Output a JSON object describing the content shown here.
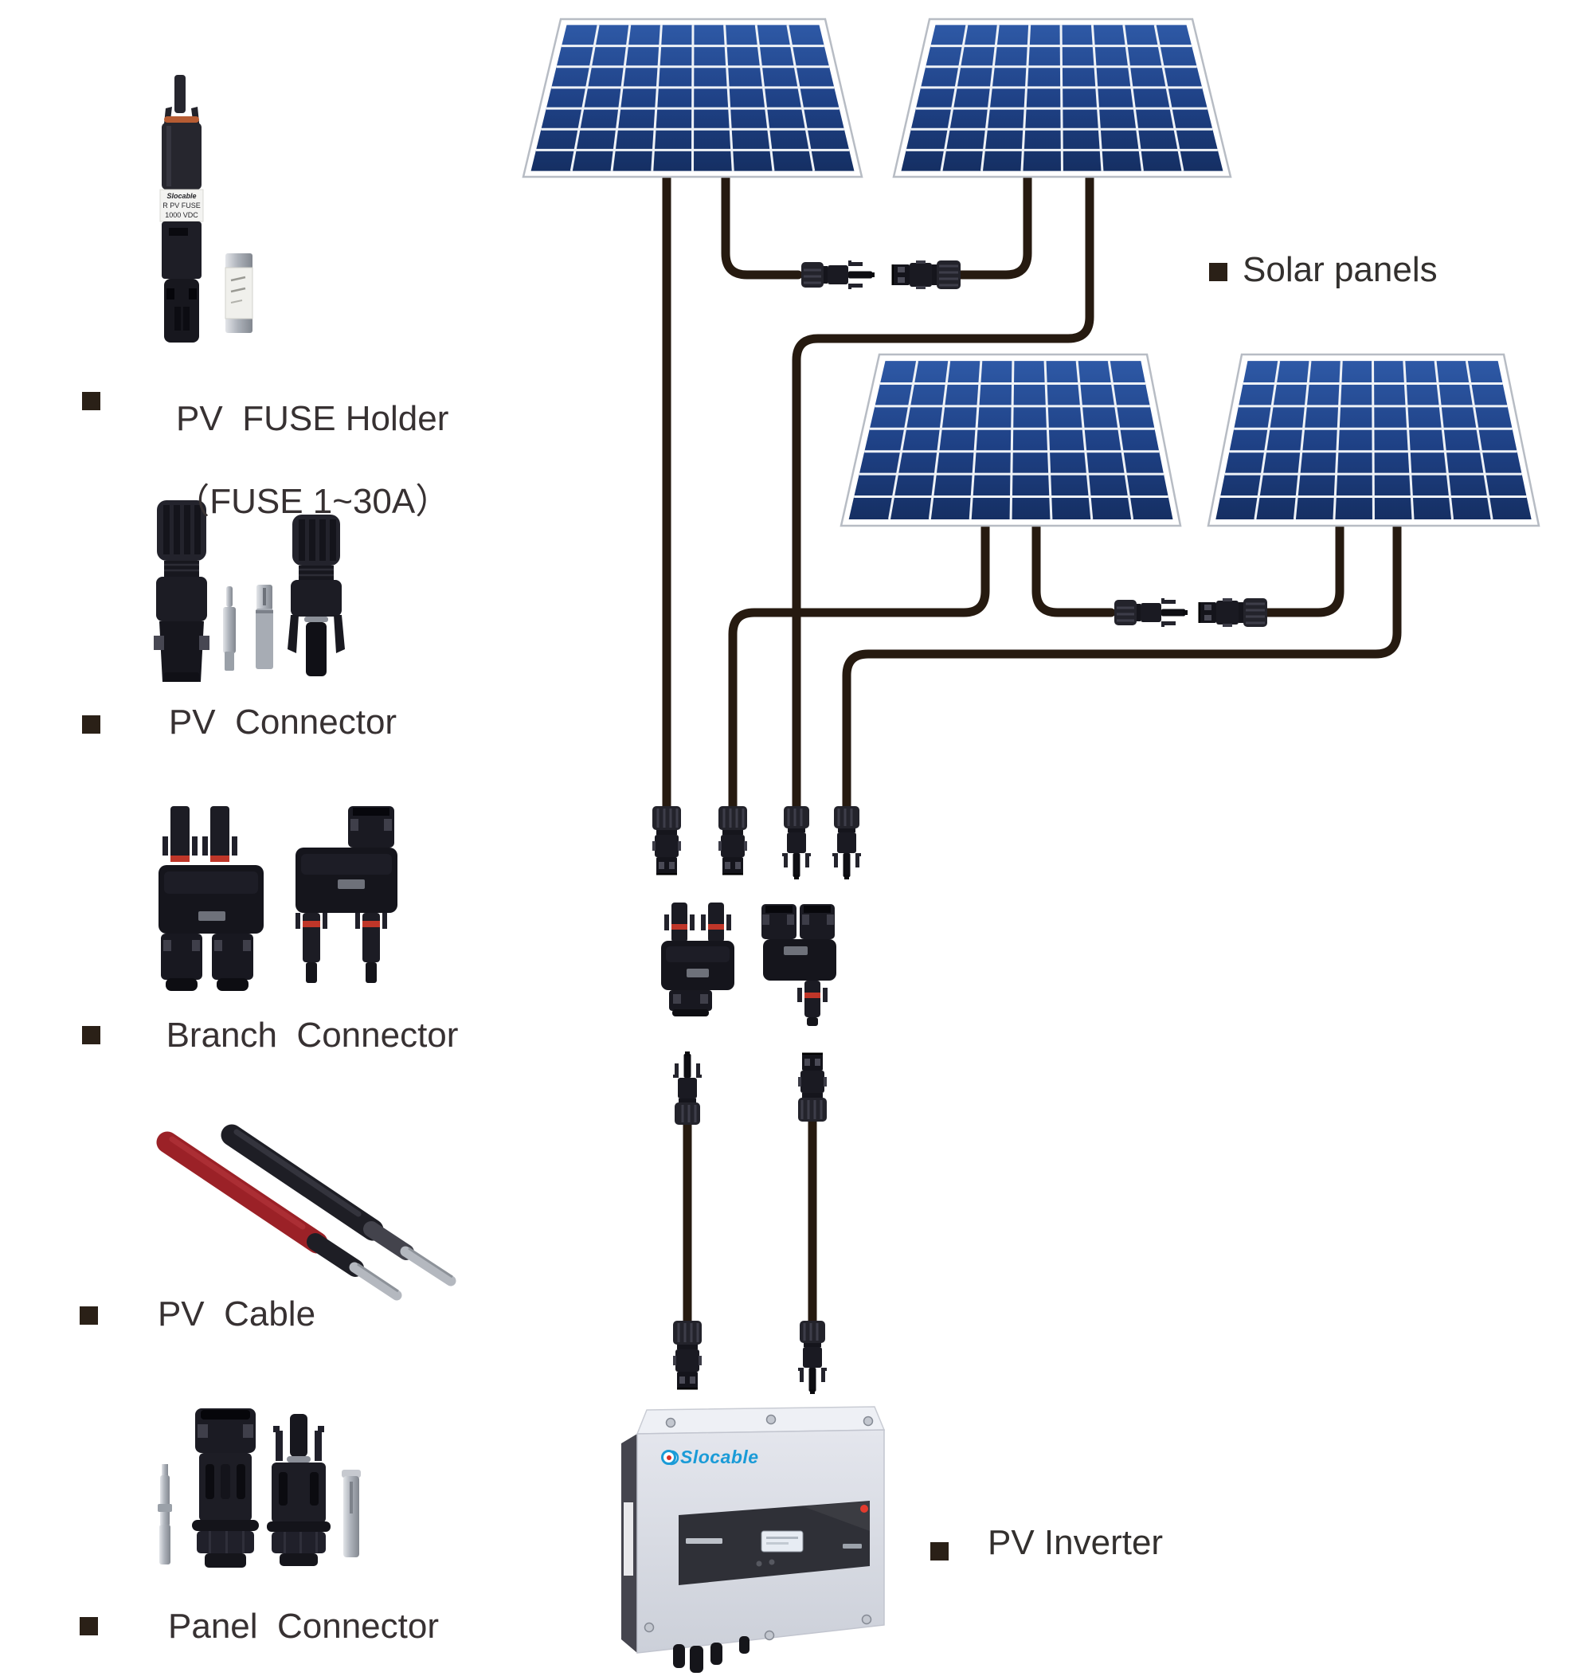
{
  "legend": {
    "items": [
      {
        "icon": "pv-fuse-holder-icon",
        "label": "PV  FUSE Holder",
        "label_line2": "（FUSE 1~30A）"
      },
      {
        "icon": "pv-connector-icon",
        "label": "PV  Connector"
      },
      {
        "icon": "branch-connector-icon",
        "label": "Branch  Connector"
      },
      {
        "icon": "pv-cable-icon",
        "label": "PV  Cable"
      },
      {
        "icon": "panel-connector-icon",
        "label": "Panel  Connector"
      }
    ]
  },
  "diagram": {
    "solar_panels_label": "Solar panels",
    "pv_inverter_label": "PV Inverter",
    "panel_count": 4,
    "fuse_holder_label": {
      "brand": "Slocable",
      "line2": "R PV FUSE",
      "line3": "1000 VDC"
    },
    "inverter": {
      "brand": "Slocable"
    }
  },
  "colors": {
    "cable": "#261a10",
    "panel_cell_light": "#2e59a6",
    "panel_cell_dark": "#152f63",
    "grid_line": "#eef2f7",
    "connector_body": "#1a1a22",
    "o_ring_red": "#bf3629",
    "pv_cable_red": "#9b2127",
    "logo_blue": "#1a9bd7",
    "led_red": "#e23b2e",
    "label_text": "#373132"
  }
}
